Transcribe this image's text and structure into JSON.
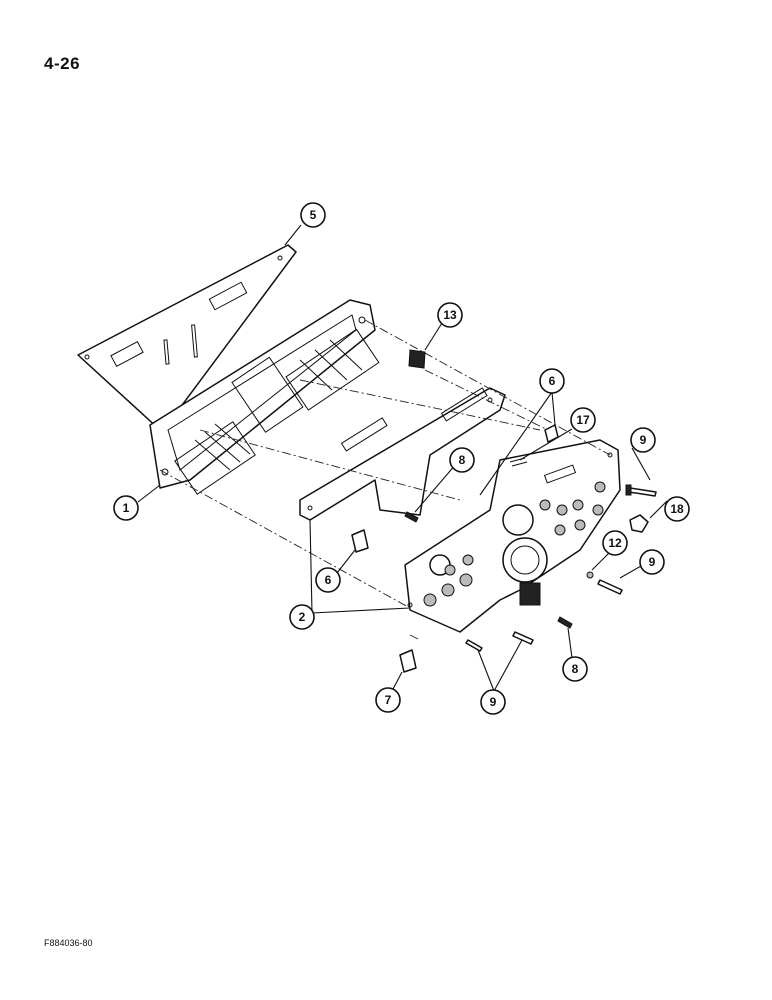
{
  "page": {
    "number": "4-26",
    "figure_code": "F884036-80"
  },
  "callouts": [
    {
      "id": "callout-5",
      "label": "5"
    },
    {
      "id": "callout-13",
      "label": "13"
    },
    {
      "id": "callout-6-top",
      "label": "6"
    },
    {
      "id": "callout-17",
      "label": "17"
    },
    {
      "id": "callout-9-top",
      "label": "9"
    },
    {
      "id": "callout-1",
      "label": "1"
    },
    {
      "id": "callout-8-top",
      "label": "8"
    },
    {
      "id": "callout-18",
      "label": "18"
    },
    {
      "id": "callout-12",
      "label": "12"
    },
    {
      "id": "callout-9-right",
      "label": "9"
    },
    {
      "id": "callout-6-bottom",
      "label": "6"
    },
    {
      "id": "callout-2",
      "label": "2"
    },
    {
      "id": "callout-8-bottom",
      "label": "8"
    },
    {
      "id": "callout-7",
      "label": "7"
    },
    {
      "id": "callout-9-bottom",
      "label": "9"
    }
  ]
}
